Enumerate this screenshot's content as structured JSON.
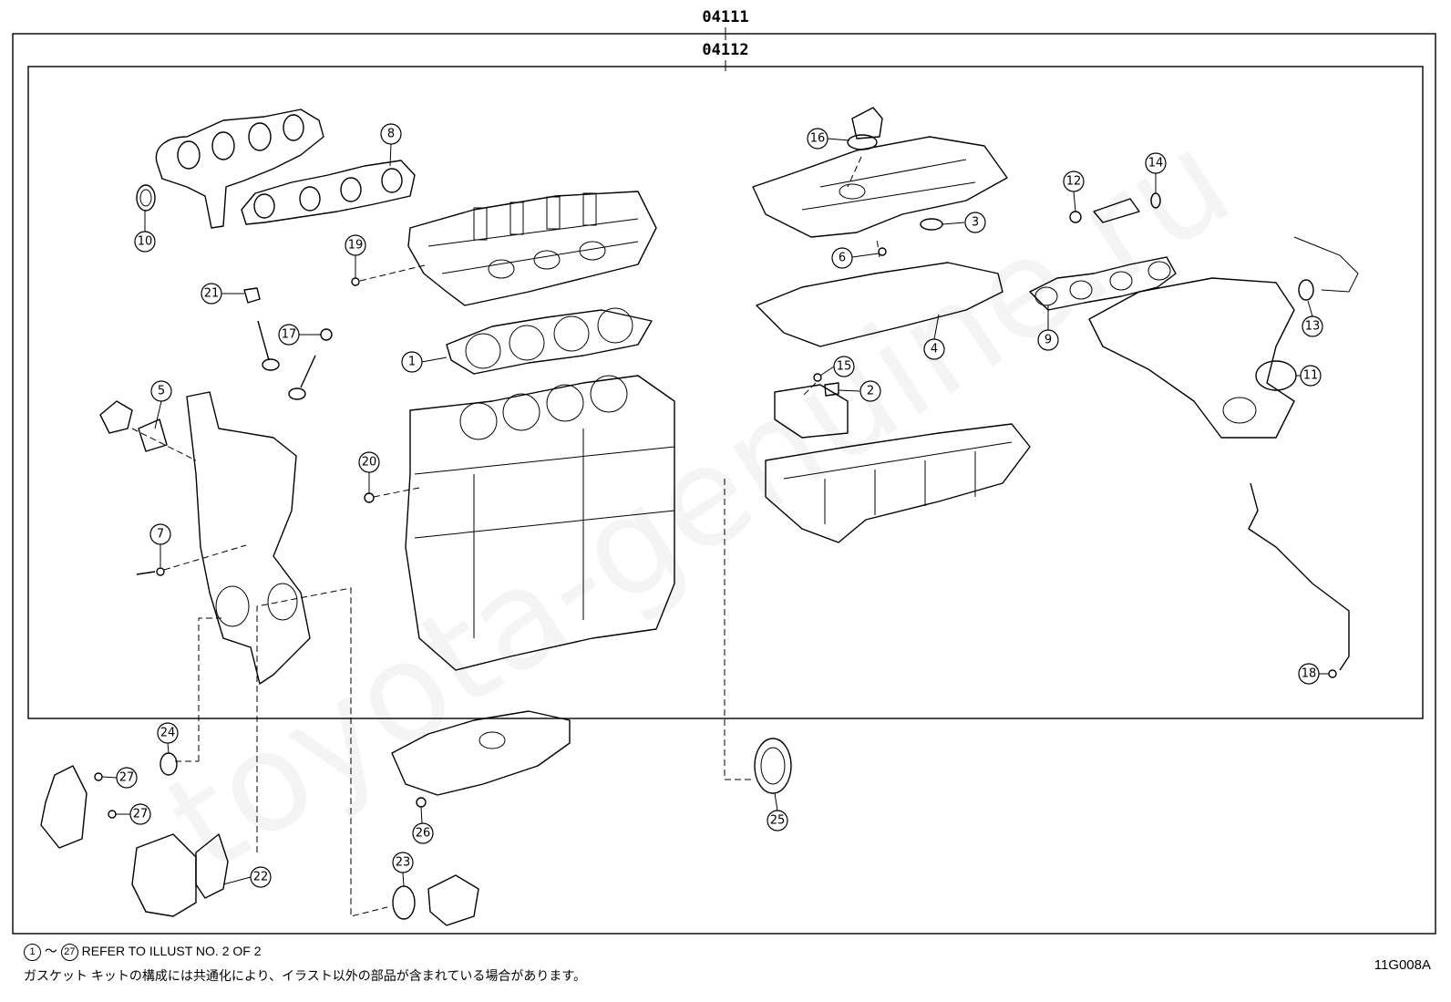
{
  "header": {
    "code_outer": "04111",
    "code_inner": "04112"
  },
  "watermark": "toyota-genuine.ru",
  "callouts": [
    "1",
    "2",
    "3",
    "4",
    "5",
    "6",
    "7",
    "8",
    "9",
    "10",
    "11",
    "12",
    "13",
    "14",
    "15",
    "16",
    "17",
    "18",
    "19",
    "20",
    "21",
    "22",
    "23",
    "24",
    "25",
    "26",
    "27"
  ],
  "footer": {
    "ref_first": "1",
    "ref_tilde": "～",
    "ref_last": "27",
    "ref_text": "REFER TO ILLUST NO. 2 OF 2",
    "japanese_note": "ガスケット キットの構成には共通化により、イラスト以外の部品が含まれている場合があります。",
    "illust_code": "11G008A"
  }
}
